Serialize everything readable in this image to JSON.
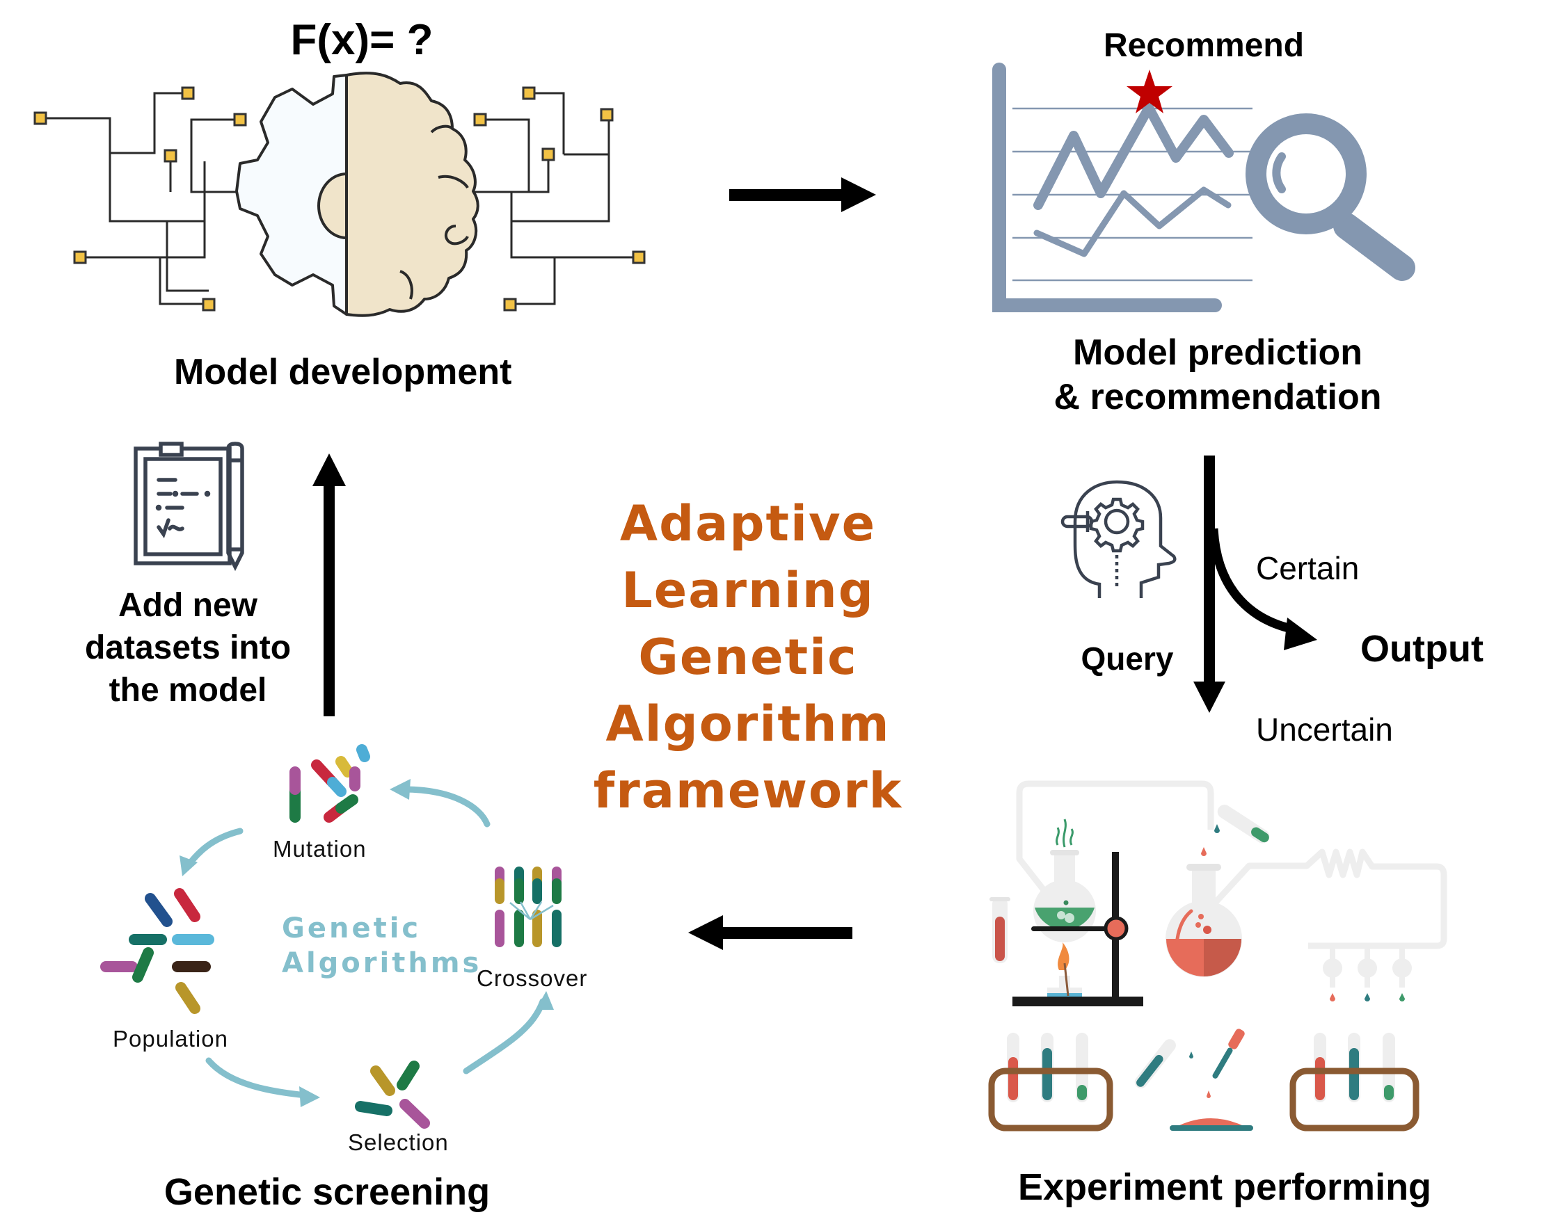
{
  "diagram": {
    "center_title": {
      "lines": [
        "Adaptive Learning",
        "Genetic Algorithm",
        "framework"
      ],
      "color": "#C55A11"
    },
    "model_development": {
      "formula": "F(x)= ?",
      "label": "Model development",
      "icon": "brain-gear-circuit-icon"
    },
    "model_prediction": {
      "annotation": "Recommend",
      "label_line1": "Model prediction",
      "label_line2": "& recommendation",
      "icon": "line-chart-magnifier-icon",
      "star_color": "#C00000",
      "chart_color": "#8497B0"
    },
    "query_branch": {
      "query_label": "Query",
      "certain_label": "Certain",
      "output_label": "Output",
      "uncertain_label": "Uncertain",
      "icon": "head-gear-icon"
    },
    "experiment": {
      "label": "Experiment performing",
      "icon": "lab-equipment-icon"
    },
    "genetic_screening": {
      "label": "Genetic screening",
      "cycle_title_line1": "Genetic",
      "cycle_title_line2": "Algorithms",
      "cycle_title_color": "#84BFCC",
      "steps": [
        "Mutation",
        "Crossover",
        "Selection",
        "Population"
      ]
    },
    "add_datasets": {
      "line1": "Add new",
      "line2": "datasets into",
      "line3": "the model",
      "icon": "clipboard-pencil-icon"
    },
    "flow_arrows": [
      {
        "from": "Model development",
        "to": "Model prediction & recommendation"
      },
      {
        "from": "Model prediction & recommendation",
        "to": "Experiment performing",
        "branch": "Uncertain"
      },
      {
        "from": "Model prediction & recommendation",
        "to": "Output",
        "branch": "Certain"
      },
      {
        "from": "Experiment performing",
        "to": "Genetic screening"
      },
      {
        "from": "Genetic screening",
        "to": "Model development"
      }
    ]
  }
}
